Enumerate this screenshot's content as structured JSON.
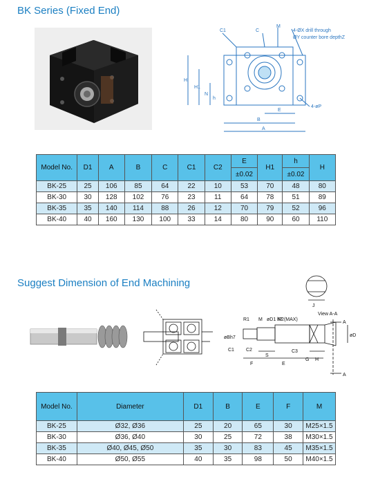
{
  "section1": {
    "title": "BK Series (Fixed End)",
    "drawing_labels": {
      "c1": "C1",
      "c": "C",
      "m": "M",
      "drill_note_1": "4-ØX drill through",
      "drill_note_2": "ØY counter bore depthZ",
      "h": "H",
      "h1": "H1",
      "n": "N",
      "h_small": "h",
      "e": "E",
      "b": "B",
      "a": "A",
      "p": "4-øP"
    },
    "table": {
      "headers": {
        "model": "Model No.",
        "d1": "D1",
        "a": "A",
        "b": "B",
        "c": "C",
        "c1": "C1",
        "c2": "C2",
        "e": "E",
        "e_tol": "±0.02",
        "h1": "H1",
        "h_small": "h",
        "h_tol": "±0.02",
        "h": "H"
      },
      "rows": [
        [
          "BK-25",
          "25",
          "106",
          "85",
          "64",
          "22",
          "10",
          "53",
          "70",
          "48",
          "80"
        ],
        [
          "BK-30",
          "30",
          "128",
          "102",
          "76",
          "23",
          "11",
          "64",
          "78",
          "51",
          "89"
        ],
        [
          "BK-35",
          "35",
          "140",
          "114",
          "88",
          "26",
          "12",
          "70",
          "79",
          "52",
          "96"
        ],
        [
          "BK-40",
          "40",
          "160",
          "130",
          "100",
          "33",
          "14",
          "80",
          "90",
          "60",
          "110"
        ]
      ]
    }
  },
  "section2": {
    "title": "Suggest Dimension of End Machining",
    "drawing_labels": {
      "j": "J",
      "view": "View A-A",
      "a1": "A",
      "a2": "A",
      "r1": "R1",
      "m": "M",
      "d1": "øD1 h7",
      "r2": "R2(MAX)",
      "db": "øBh7",
      "d": "øD",
      "c1": "C1",
      "c2": "C2",
      "c3": "C3",
      "s": "S",
      "f": "F",
      "e": "E",
      "g": "G",
      "h": "H"
    },
    "table": {
      "headers": {
        "model": "Model No.",
        "diameter": "Diameter",
        "d1": "D1",
        "b": "B",
        "e": "E",
        "f": "F",
        "m": "M"
      },
      "rows": [
        [
          "BK-25",
          "Ø32, Ø36",
          "25",
          "20",
          "65",
          "30",
          "M25×1.5"
        ],
        [
          "BK-30",
          "Ø36, Ø40",
          "30",
          "25",
          "72",
          "38",
          "M30×1.5"
        ],
        [
          "BK-35",
          "Ø40, Ø45, Ø50",
          "35",
          "30",
          "83",
          "45",
          "M35×1.5"
        ],
        [
          "BK-40",
          "Ø50, Ø55",
          "40",
          "35",
          "98",
          "50",
          "M40×1.5"
        ]
      ]
    }
  },
  "colors": {
    "accent": "#1b7fc2",
    "header_fill": "#58c1e9",
    "alt_row": "#cfe9f6"
  }
}
